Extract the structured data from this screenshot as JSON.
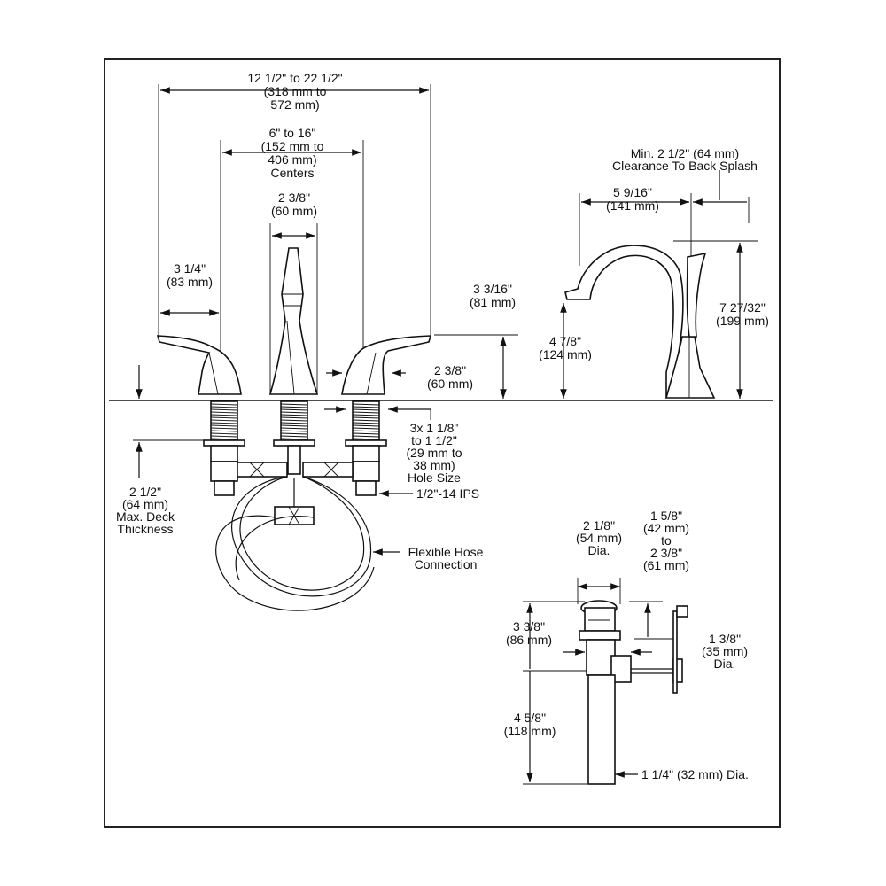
{
  "dims": {
    "overall_width": [
      "12 1/2\" to 22 1/2\"",
      "(318 mm to",
      "572 mm)"
    ],
    "centers": [
      "6\" to 16\"",
      "(152 mm to",
      "406 mm)",
      "Centers"
    ],
    "spout_base": [
      "2 3/8\"",
      "(60 mm)"
    ],
    "handle_reach": [
      "3 1/4\"",
      "(83 mm)"
    ],
    "handle_height": [
      "3 3/16\"",
      "(81 mm)"
    ],
    "handle_base": [
      "2 3/8\"",
      "(60 mm)"
    ],
    "hole_size": [
      "3x 1 1/8\"",
      "to 1 1/2\"",
      "(29 mm to",
      "38 mm)",
      "Hole Size"
    ],
    "ips": "1/2\"-14 IPS",
    "deck": [
      "2 1/2\"",
      "(64 mm)",
      "Max. Deck",
      "Thickness"
    ],
    "hose": [
      "Flexible Hose",
      "Connection"
    ],
    "back_splash": [
      "Min. 2 1/2\" (64 mm)",
      "Clearance To Back Splash"
    ],
    "spout_reach": [
      "5 9/16\"",
      "(141 mm)"
    ],
    "spout_height": [
      "7 27/32\"",
      "(199 mm)"
    ],
    "spout_outlet": [
      "4 7/8\"",
      "(124 mm)"
    ],
    "drain_flange": [
      "2 1/8\"",
      "(54 mm)",
      "Dia."
    ],
    "drain_range": [
      "1 5/8\"",
      "(42 mm)",
      "to",
      "2 3/8\"",
      "(61 mm)"
    ],
    "drain_height": [
      "3 3/8\"",
      "(86 mm)"
    ],
    "drain_body": [
      "1 3/8\"",
      "(35 mm)",
      "Dia."
    ],
    "drain_tail": [
      "4 5/8\"",
      "(118 mm)"
    ],
    "tailpiece": "1 1/4\" (32 mm) Dia."
  }
}
